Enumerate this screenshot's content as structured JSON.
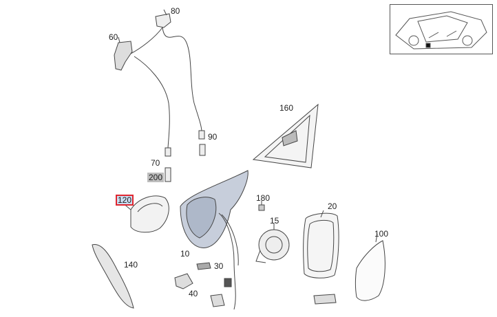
{
  "diagram": {
    "callouts": [
      {
        "id": "80",
        "text": "80"
      },
      {
        "id": "60",
        "text": "60"
      },
      {
        "id": "160",
        "text": "160"
      },
      {
        "id": "90",
        "text": "90"
      },
      {
        "id": "70",
        "text": "70"
      },
      {
        "id": "200",
        "text": "200"
      },
      {
        "id": "120",
        "text": "120"
      },
      {
        "id": "180",
        "text": "180"
      },
      {
        "id": "20",
        "text": "20"
      },
      {
        "id": "15",
        "text": "15"
      },
      {
        "id": "100",
        "text": "100"
      },
      {
        "id": "140",
        "text": "140"
      },
      {
        "id": "10",
        "text": "10"
      },
      {
        "id": "30",
        "text": "30"
      },
      {
        "id": "40",
        "text": "40"
      }
    ],
    "highlighted_callout": "120",
    "shaded_callout": "200"
  }
}
